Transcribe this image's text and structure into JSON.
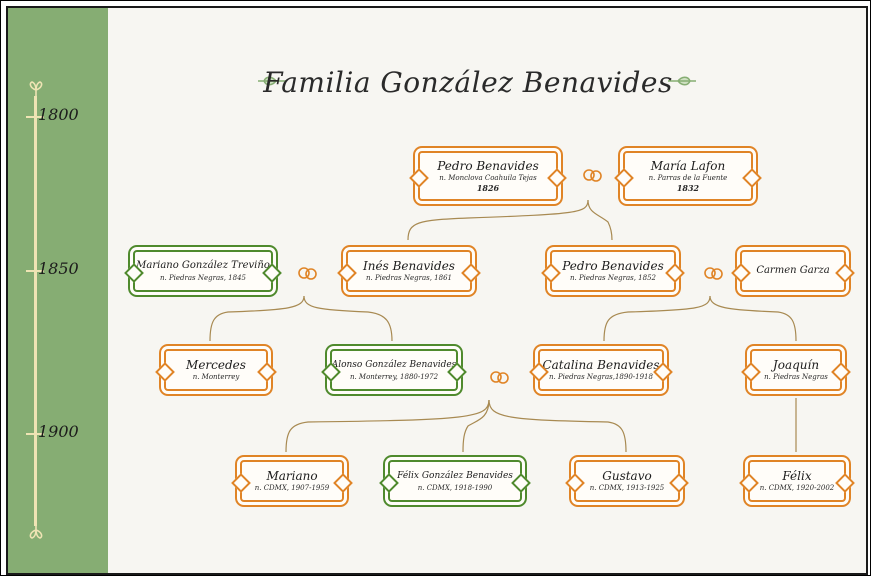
{
  "title": "Familia González Benavides",
  "timeline": {
    "years": [
      "1800",
      "1850",
      "1900"
    ]
  },
  "colors": {
    "sidebar": "#86ad73",
    "orange": "#e08426",
    "green": "#4f8a2d"
  },
  "people": [
    {
      "id": "pedro-sr",
      "name": "Pedro Benavides",
      "detail": "n. Monclova Coahuila Tejas",
      "year": "1826",
      "color": "orange"
    },
    {
      "id": "maria",
      "name": "María Lafon",
      "detail": "n. Parras de la Fuente",
      "year": "1832",
      "color": "orange"
    },
    {
      "id": "mariano-gt",
      "name": "Mariano González Treviño",
      "detail": "n. Piedras Negras, 1845",
      "year": "",
      "color": "green"
    },
    {
      "id": "ines",
      "name": "Inés Benavides",
      "detail": "n. Piedras Negras, 1861",
      "year": "",
      "color": "orange"
    },
    {
      "id": "pedro-jr",
      "name": "Pedro Benavides",
      "detail": "n. Piedras Negras, 1852",
      "year": "",
      "color": "orange"
    },
    {
      "id": "carmen",
      "name": "Carmen Garza",
      "detail": "",
      "year": "",
      "color": "orange"
    },
    {
      "id": "mercedes",
      "name": "Mercedes",
      "detail": "n. Monterrey",
      "year": "",
      "color": "orange"
    },
    {
      "id": "alonso",
      "name": "Alonso González Benavides",
      "detail": "n. Monterrey, 1880-1972",
      "year": "",
      "color": "green"
    },
    {
      "id": "catalina",
      "name": "Catalina Benavides",
      "detail": "n. Piedras Negras,1890-1918",
      "year": "",
      "color": "orange"
    },
    {
      "id": "joaquin",
      "name": "Joaquín",
      "detail": "n. Piedras Negras",
      "year": "",
      "color": "orange"
    },
    {
      "id": "mariano",
      "name": "Mariano",
      "detail": "n. CDMX, 1907-1959",
      "year": "",
      "color": "orange"
    },
    {
      "id": "felix-gb",
      "name": "Félix González Benavides",
      "detail": "n. CDMX, 1918-1990",
      "year": "",
      "color": "green"
    },
    {
      "id": "gustavo",
      "name": "Gustavo",
      "detail": "n. CDMX, 1913-1925",
      "year": "",
      "color": "orange"
    },
    {
      "id": "felix",
      "name": "Félix",
      "detail": "n. CDMX, 1920-2002",
      "year": "",
      "color": "orange"
    }
  ],
  "marriages": [
    {
      "a": "pedro-sr",
      "b": "maria"
    },
    {
      "a": "mariano-gt",
      "b": "ines"
    },
    {
      "a": "pedro-jr",
      "b": "carmen"
    },
    {
      "a": "alonso",
      "b": "catalina"
    }
  ],
  "parentage": [
    {
      "parents": "pedro-sr+maria",
      "children": [
        "ines",
        "pedro-jr"
      ]
    },
    {
      "parents": "mariano-gt+ines",
      "children": [
        "mercedes",
        "alonso"
      ]
    },
    {
      "parents": "pedro-jr+carmen",
      "children": [
        "catalina",
        "joaquin"
      ]
    },
    {
      "parents": "alonso+catalina",
      "children": [
        "mariano",
        "felix-gb",
        "gustavo"
      ]
    },
    {
      "parents": "joaquin",
      "children": [
        "felix"
      ]
    }
  ]
}
